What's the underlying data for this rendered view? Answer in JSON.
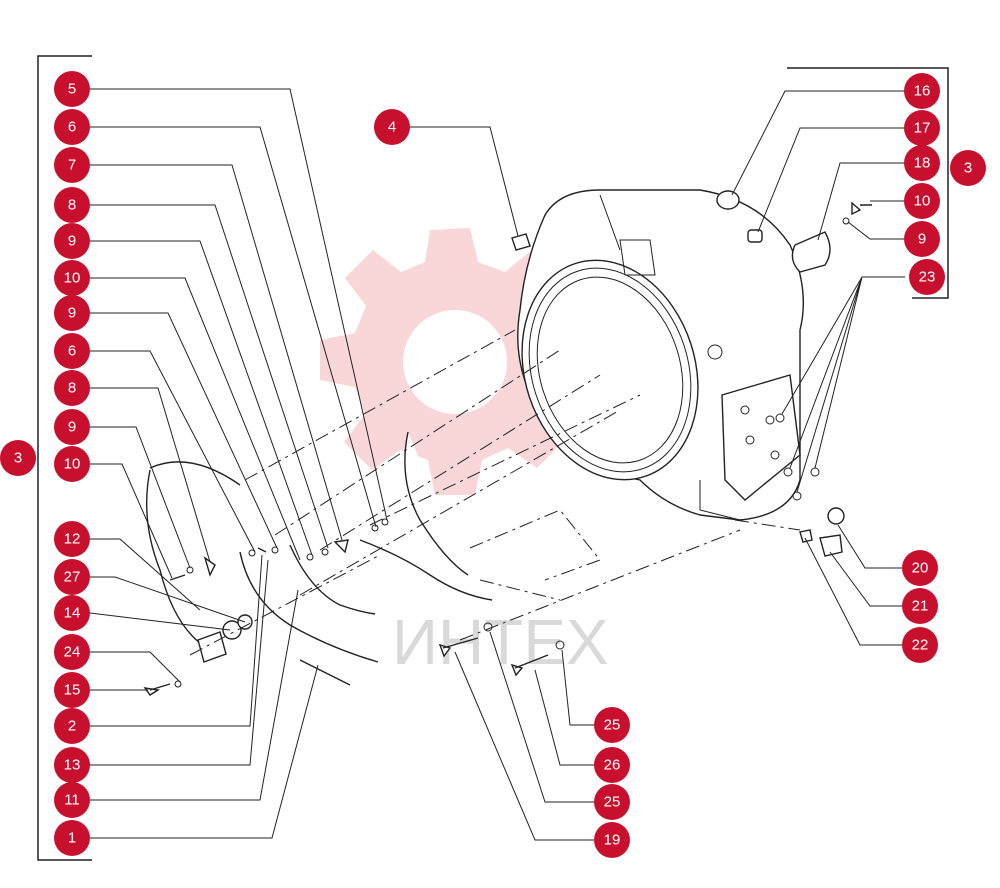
{
  "watermark": {
    "text": "ИНТЕХ",
    "color": "#f7c9cc"
  },
  "accent_color": "#c8102e",
  "callouts": [
    {
      "id": "c-5",
      "label": "5"
    },
    {
      "id": "c-6a",
      "label": "6"
    },
    {
      "id": "c-7",
      "label": "7"
    },
    {
      "id": "c-8a",
      "label": "8"
    },
    {
      "id": "c-9a",
      "label": "9"
    },
    {
      "id": "c-10a",
      "label": "10"
    },
    {
      "id": "c-9b",
      "label": "9"
    },
    {
      "id": "c-6b",
      "label": "6"
    },
    {
      "id": "c-8b",
      "label": "8"
    },
    {
      "id": "c-9c",
      "label": "9"
    },
    {
      "id": "c-10b",
      "label": "10"
    },
    {
      "id": "c-12",
      "label": "12"
    },
    {
      "id": "c-27",
      "label": "27"
    },
    {
      "id": "c-14",
      "label": "14"
    },
    {
      "id": "c-24",
      "label": "24"
    },
    {
      "id": "c-15",
      "label": "15"
    },
    {
      "id": "c-2",
      "label": "2"
    },
    {
      "id": "c-13",
      "label": "13"
    },
    {
      "id": "c-11",
      "label": "11"
    },
    {
      "id": "c-1",
      "label": "1"
    },
    {
      "id": "c-3a",
      "label": "3"
    },
    {
      "id": "c-4",
      "label": "4"
    },
    {
      "id": "c-16",
      "label": "16"
    },
    {
      "id": "c-17",
      "label": "17"
    },
    {
      "id": "c-18",
      "label": "18"
    },
    {
      "id": "c-3b",
      "label": "3"
    },
    {
      "id": "c-10c",
      "label": "10"
    },
    {
      "id": "c-9d",
      "label": "9"
    },
    {
      "id": "c-23",
      "label": "23"
    },
    {
      "id": "c-20",
      "label": "20"
    },
    {
      "id": "c-21",
      "label": "21"
    },
    {
      "id": "c-22",
      "label": "22"
    },
    {
      "id": "c-25a",
      "label": "25"
    },
    {
      "id": "c-26",
      "label": "26"
    },
    {
      "id": "c-25b",
      "label": "25"
    },
    {
      "id": "c-19",
      "label": "19"
    }
  ]
}
